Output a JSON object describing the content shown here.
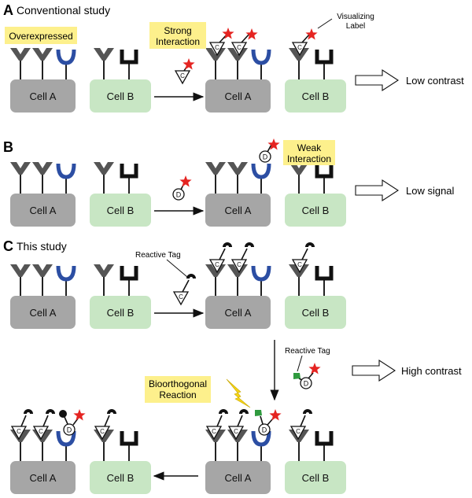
{
  "panels": {
    "a": {
      "letter": "A",
      "title": "Conventional study"
    },
    "b": {
      "letter": "B",
      "title": ""
    },
    "c": {
      "letter": "C",
      "title": "This study"
    }
  },
  "cells": {
    "a": "Cell A",
    "b": "Cell B"
  },
  "molecules": {
    "c": "C",
    "d": "D"
  },
  "callouts": {
    "overexpressed": "Overexpressed",
    "strong_interaction": [
      "Strong",
      "Interaction"
    ],
    "visualizing_label": [
      "Visualizing",
      "Label"
    ],
    "weak_interaction": [
      "Weak",
      "Interaction"
    ],
    "reactive_tag_1": "Reactive Tag",
    "reactive_tag_2": "Reactive Tag",
    "bioorthogonal_reaction": [
      "Bioorthogonal",
      "Reaction"
    ]
  },
  "outcomes": {
    "a": "Low contrast",
    "b": "Low signal",
    "c": "High contrast"
  },
  "colors": {
    "cell_a": "#a6a6a6",
    "cell_b": "#c8e6c4",
    "receptor_gray": "#555555",
    "receptor_blue": "#2c4ea3",
    "receptor_black": "#111111",
    "label_star": "#e52421",
    "callout_fill": "#fdf08c",
    "tag_green": "#2f9a3e",
    "lightning": "#f5d416"
  }
}
